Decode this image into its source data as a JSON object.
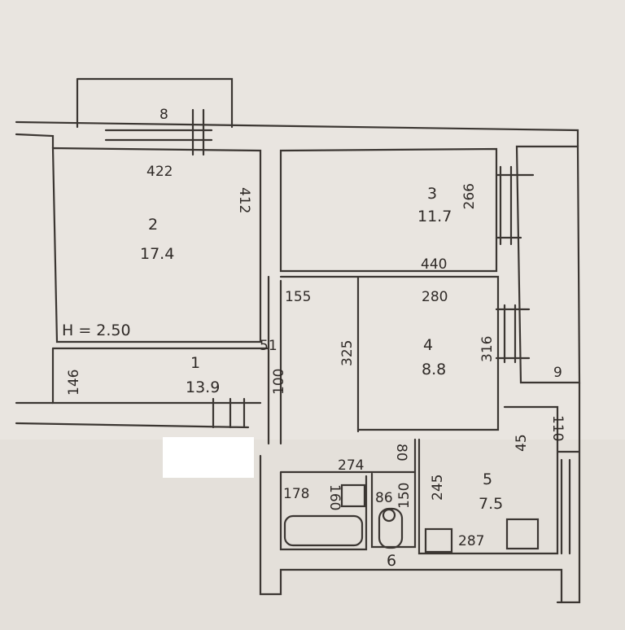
{
  "plan": {
    "ceiling_height": "H = 2.50",
    "rooms": [
      {
        "number": "1",
        "area": "13.9"
      },
      {
        "number": "2",
        "area": "17.4"
      },
      {
        "number": "3",
        "area": "11.7"
      },
      {
        "number": "4",
        "area": "8.8"
      },
      {
        "number": "5",
        "area": "7.5"
      }
    ],
    "balcony_number": "8",
    "loggia_number": "9",
    "bathroom_number": "6",
    "dimensions": {
      "room2_width": "422",
      "room2_depth": "412",
      "room3_side": "266",
      "room3_width": "440",
      "corridor_width": "155",
      "room4_width": "280",
      "room4_left": "325",
      "room4_right": "316",
      "wall_51": "51",
      "hall_depth": "146",
      "hall_100": "100",
      "kitchen_110": "110",
      "kitchen_45": "45",
      "bath_width": "274",
      "wc_80": "80",
      "bath_178": "178",
      "bath_160": "160",
      "wc_86": "86",
      "wc_150": "150",
      "kitchen_245": "245",
      "kitchen_287": "287"
    }
  }
}
